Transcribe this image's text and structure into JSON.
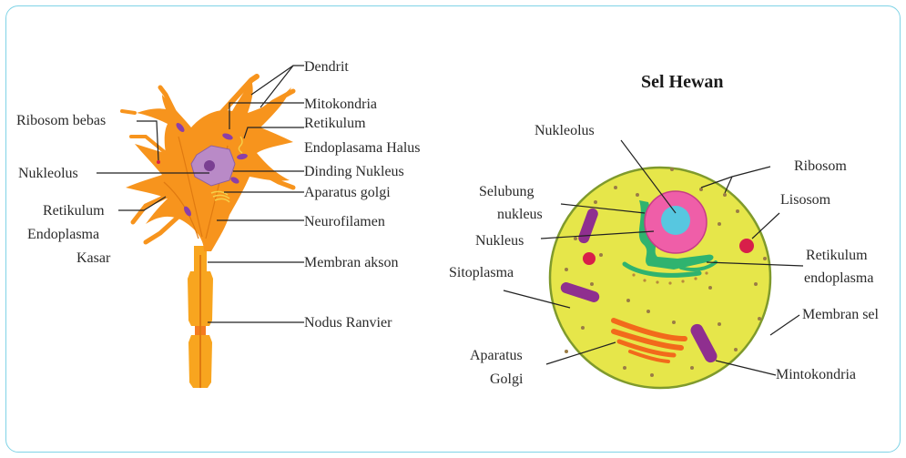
{
  "neuron": {
    "labels": {
      "dendrit": "Dendrit",
      "mitokondria": "Mitokondria",
      "retikulum_halus_1": "Retikulum",
      "retikulum_halus_2": "Endoplasama Halus",
      "ribosom_bebas": "Ribosom bebas",
      "nukleolus": "Nukleolus",
      "dinding_nukleus": "Dinding Nukleus",
      "aparatus_golgi": "Aparatus golgi",
      "retikulum_kasar_1": "Retikulum",
      "retikulum_kasar_2": "Endoplasma",
      "retikulum_kasar_3": "Kasar",
      "neurofilamen": "Neurofilamen",
      "membran_akson": "Membran akson",
      "nodus_ranvier": "Nodus Ranvier"
    }
  },
  "animal_cell": {
    "title": "Sel Hewan",
    "labels": {
      "nukleolus": "Nukleolus",
      "ribosom": "Ribosom",
      "selubung_1": "Selubung",
      "selubung_2": "nukleus",
      "lisosom": "Lisosom",
      "nukleus": "Nukleus",
      "retikulum_1": "Retikulum",
      "retikulum_2": "endoplasma",
      "sitoplasma": "Sitoplasma",
      "membran_sel": "Membran sel",
      "aparatus_1": "Aparatus",
      "aparatus_2": "Golgi",
      "mintokondria": "Mintokondria"
    }
  },
  "colors": {
    "frame": "#7fd3e6",
    "neuron_body": "#f7941d",
    "neuron_dark": "#e07a10",
    "axon": "#f8a51f",
    "nucleus": "#b98ac7",
    "organelle": "#8b3fa8",
    "cell_fill": "#e6e64a",
    "cell_border": "#7f9a2c",
    "nucleus_pink": "#ef5ea8",
    "nucleolus_blue": "#57c7e0",
    "er_green": "#2fb36f",
    "lysosome_red": "#d81f4a",
    "mito_purple": "#8f2f8f",
    "golgi_orange": "#f26a1b"
  }
}
